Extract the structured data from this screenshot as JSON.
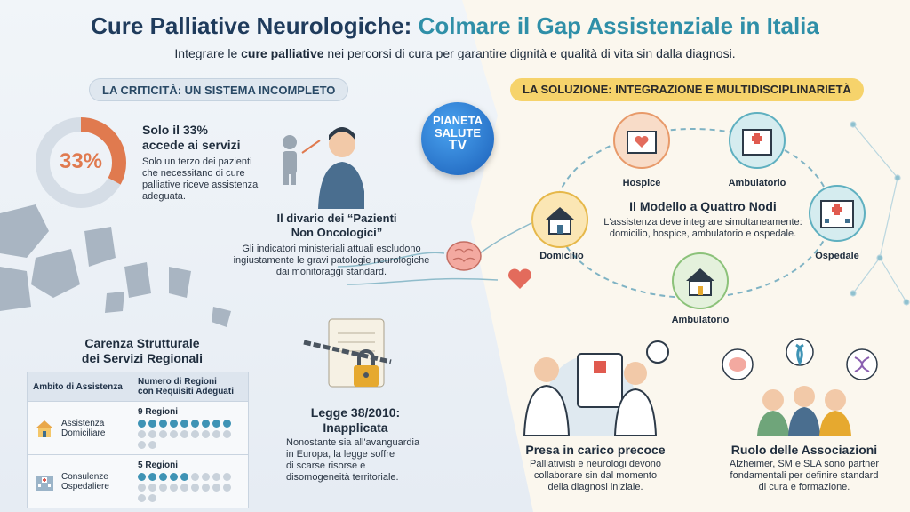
{
  "title_part1": "Cure Palliative Neurologiche:",
  "title_part2": "Colmare il Gap Assistenziale in Italia",
  "subtitle_prefix": "Integrare le",
  "subtitle_bold": "cure palliative",
  "subtitle_suffix": "nei percorsi di cura per garantire dignità e qualità di vita sin dalla diagnosi.",
  "left_section": {
    "label": "LA CRITICITÀ: UN SISTEMA INCOMPLETO",
    "stat": {
      "value": "33%",
      "fraction": 0.33,
      "heading_line1": "Solo il 33%",
      "heading_line2": "accede ai servizi",
      "desc_lines": [
        "Solo un terzo dei pazienti",
        "che necessitano di cure",
        "palliative riceve assistenza",
        "adeguata."
      ]
    },
    "divario": {
      "heading_line1": "Il divario dei “Pazienti",
      "heading_line2": "Non Oncologici”",
      "desc_lines": [
        "Gli indicatori ministeriali attuali escludono",
        "ingiustamente le gravi patologie neurologiche",
        "dai monitoraggi standard."
      ]
    },
    "carenza": {
      "heading_line1": "Carenza Strutturale",
      "heading_line2": "dei Servizi Regionali",
      "col1": "Ambito di Assistenza",
      "col2_line1": "Numero di Regioni",
      "col2_line2": "con Requisiti Adeguati",
      "rows": [
        {
          "name_line1": "Assistenza",
          "name_line2": "Domiciliare",
          "count_label": "9 Regioni",
          "count": 9,
          "total": 20,
          "icon": "house-icon"
        },
        {
          "name_line1": "Consulenze",
          "name_line2": "Ospedaliere",
          "count_label": "5 Regioni",
          "count": 5,
          "total": 20,
          "icon": "hospital-icon"
        }
      ]
    },
    "legge": {
      "heading_line1": "Legge 38/2010:",
      "heading_line2": "Inapplicata",
      "desc_lines": [
        "Nonostante sia all'avanguardia",
        "in Europa, la legge soffre",
        "di scarse risorse e",
        "disomogeneità territoriale."
      ]
    }
  },
  "logo": {
    "line1": "PIANETA",
    "line2": "SALUTE",
    "line3": "TV"
  },
  "right_section": {
    "label": "LA SOLUZIONE: INTEGRAZIONE E MULTIDISCIPLINARIETÀ",
    "model": {
      "heading": "Il Modello a Quattro Nodi",
      "desc_lines": [
        "L'assistenza deve integrare simultaneamente:",
        "domicilio, hospice, ambulatorio e ospedale."
      ]
    },
    "nodes": {
      "hospice": "Hospice",
      "ambulatorio_top": "Ambulatorio",
      "domicilio": "Domicilio",
      "ospedale": "Ospedale",
      "ambulatorio_bottom": "Ambulatorio"
    },
    "presa": {
      "heading": "Presa in carico precoce",
      "desc_lines": [
        "Palliativisti e neurologi devono",
        "collaborare sin dal momento",
        "della diagnosi iniziale."
      ]
    },
    "associazioni": {
      "heading": "Ruolo delle Associazioni",
      "desc_lines": [
        "Alzheimer, SM e SLA sono partner",
        "fondamentali per definire standard",
        "di cura e formazione."
      ]
    }
  },
  "colors": {
    "accent_teal": "#2f8fa8",
    "navy": "#1f3b5c",
    "orange": "#e07a4f",
    "yellow": "#f6d36b"
  }
}
